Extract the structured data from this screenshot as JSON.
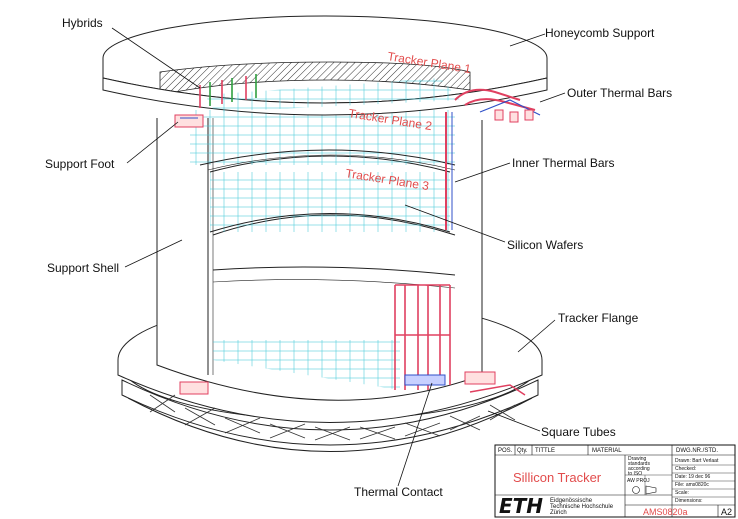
{
  "labels": {
    "hybrids": "Hybrids",
    "honeycomb_support": "Honeycomb Support",
    "outer_thermal_bars": "Outer Thermal Bars",
    "support_foot": "Support Foot",
    "inner_thermal_bars": "Inner Thermal Bars",
    "silicon_wafers": "Silicon Wafers",
    "support_shell": "Support Shell",
    "tracker_flange": "Tracker Flange",
    "square_tubes": "Square Tubes",
    "thermal_contact": "Thermal Contact"
  },
  "planes": {
    "p1": "Tracker Plane 1",
    "p2": "Tracker Plane 2",
    "p3": "Tracker Plane 3"
  },
  "title_block": {
    "col_pos": "POS.",
    "col_qty": "Qty.",
    "col_title": "TITTLE",
    "col_material": "MATERIAL",
    "col_dwg": "DWG.NR./STD.",
    "title": "Sillicon Tracker",
    "std_note_1": "Drawing",
    "std_note_2": "standards",
    "std_note_3": "according",
    "std_note_4": "to ISO",
    "drawn": "Drawn: Bart Verlaat",
    "checked": "Checked:",
    "date": "Date: 19 dec 96",
    "file": "File: ams0820c",
    "scale": "Scale:",
    "dimensions": "Dimensions:",
    "aw_proj": "AW PROJ",
    "eth_logo": "ETH",
    "eth_line1": "Eidgenössische",
    "eth_line2": "Technische Hochschule",
    "eth_line3": "Zürich",
    "drawing_no": "AMS0820a",
    "format": "A2"
  },
  "colors": {
    "plane_text": "#e24c4c",
    "wafer_grid": "#3fc8d8",
    "line": "#222222",
    "flange_pipe": "#e04060",
    "pipe_blue": "#3050c8"
  }
}
